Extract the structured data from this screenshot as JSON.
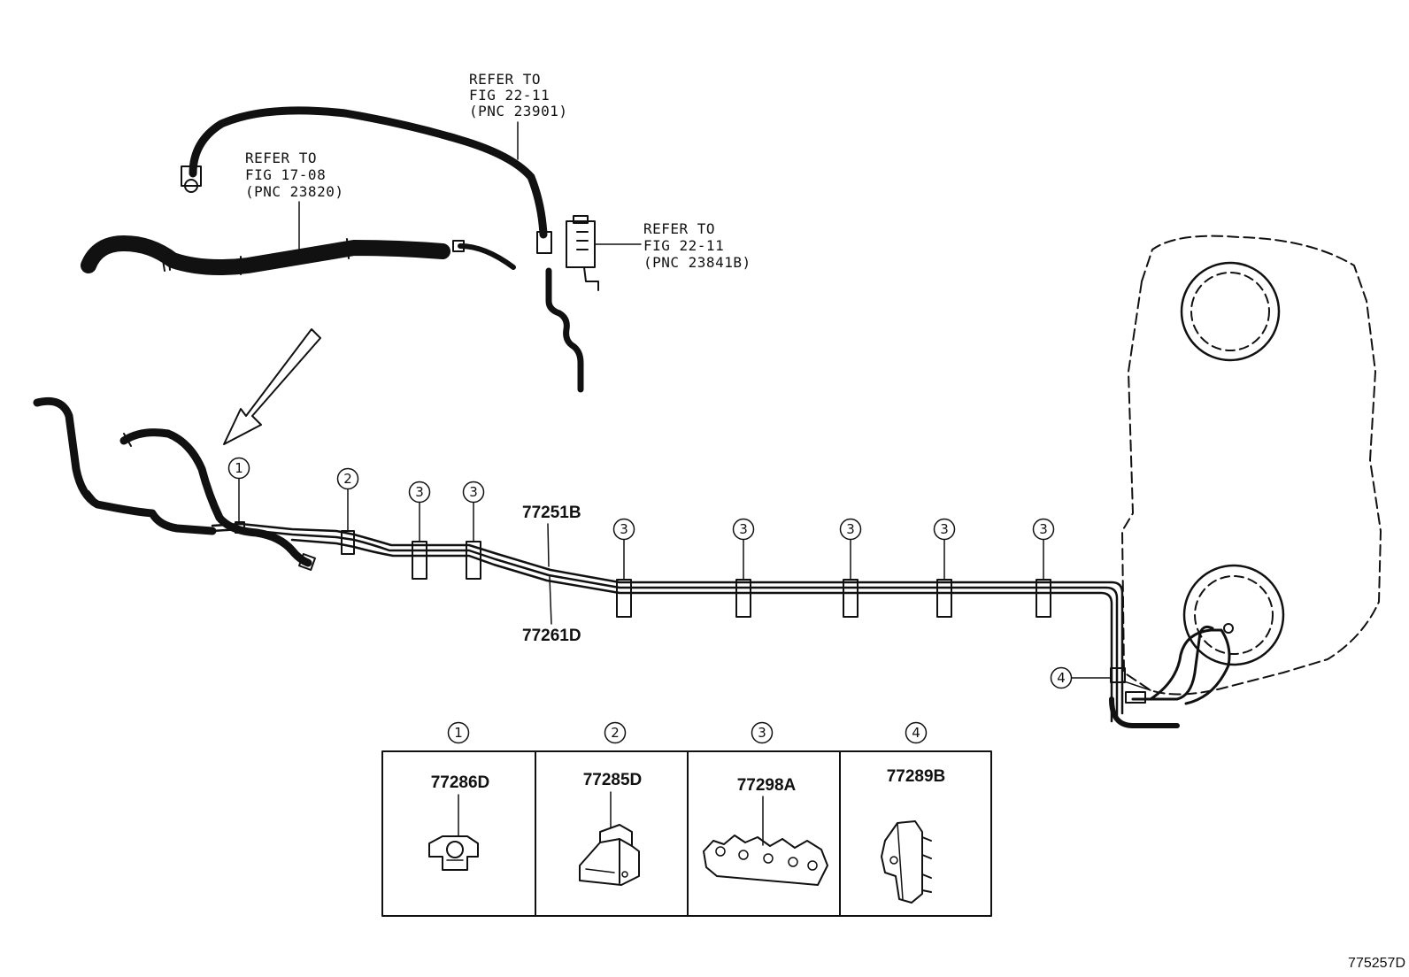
{
  "notes": {
    "refer_a": [
      "REFER TO",
      "FIG 22-11",
      "(PNC 23901)"
    ],
    "refer_b": [
      "REFER TO",
      "FIG 17-08",
      "(PNC 23820)"
    ],
    "refer_c": [
      "REFER TO",
      "FIG 22-11",
      "(PNC 23841B)"
    ]
  },
  "tubes": {
    "upper_part": "77251B",
    "lower_part": "77261D"
  },
  "callouts": {
    "c1": "1",
    "c2": "2",
    "c3": "3",
    "c4": "4"
  },
  "legend": [
    {
      "num": "1",
      "part": "77286D",
      "icon": "clamp-clip-icon"
    },
    {
      "num": "2",
      "part": "77285D",
      "icon": "bracket-clip-icon"
    },
    {
      "num": "3",
      "part": "77298A",
      "icon": "multi-tube-clamp-icon"
    },
    {
      "num": "4",
      "part": "77289B",
      "icon": "angled-clip-icon"
    }
  ],
  "figure_id": "775257D"
}
